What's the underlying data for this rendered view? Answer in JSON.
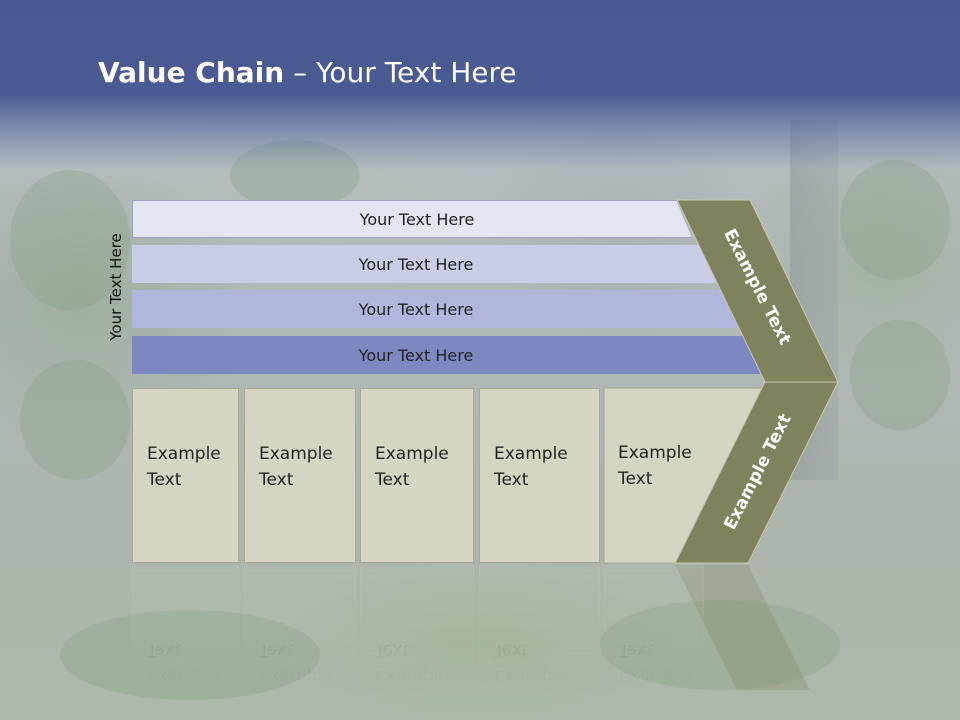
{
  "title": {
    "bold": "Value Chain",
    "rest": " – Your Text Here"
  },
  "side_label": "Your Text Here",
  "bars": [
    "Your Text Here",
    "Your Text Here",
    "Your Text Here",
    "Your Text Here"
  ],
  "boxes": [
    {
      "line1": "Example",
      "line2": "Text"
    },
    {
      "line1": "Example",
      "line2": "Text"
    },
    {
      "line1": "Example",
      "line2": "Text"
    },
    {
      "line1": "Example",
      "line2": "Text"
    },
    {
      "line1": "Example",
      "line2": "Text"
    }
  ],
  "chevron": {
    "upper": "Example Text",
    "lower": "Example Text"
  },
  "colors": {
    "header": "#47578f",
    "chevron": "#7f825c",
    "boxes": "#d6d5c3"
  }
}
